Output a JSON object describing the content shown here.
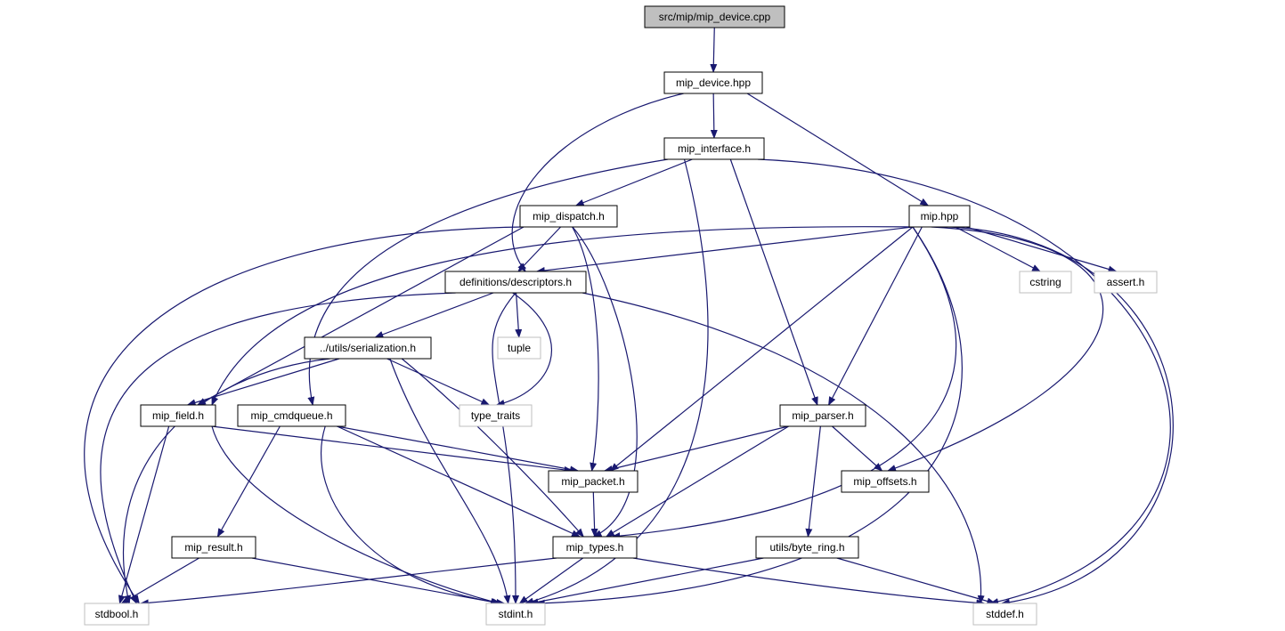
{
  "colors": {
    "edge": "#191970",
    "root_fill": "#bfbfbf",
    "node_border": "#000000",
    "system_border": "#bfbfbf",
    "text": "#000000"
  },
  "nodes": [
    {
      "id": "mip_device_cpp",
      "label": "src/mip/mip_device.cpp",
      "kind": "root"
    },
    {
      "id": "mip_device_hpp",
      "label": "mip_device.hpp",
      "kind": "local"
    },
    {
      "id": "mip_interface_h",
      "label": "mip_interface.h",
      "kind": "local"
    },
    {
      "id": "mip_dispatch_h",
      "label": "mip_dispatch.h",
      "kind": "local"
    },
    {
      "id": "mip_hpp",
      "label": "mip.hpp",
      "kind": "local"
    },
    {
      "id": "descriptors_h",
      "label": "definitions/descriptors.h",
      "kind": "local"
    },
    {
      "id": "cstring",
      "label": "cstring",
      "kind": "system"
    },
    {
      "id": "assert_h",
      "label": "assert.h",
      "kind": "system"
    },
    {
      "id": "serialization_h",
      "label": "../utils/serialization.h",
      "kind": "local"
    },
    {
      "id": "tuple",
      "label": "tuple",
      "kind": "system"
    },
    {
      "id": "mip_field_h",
      "label": "mip_field.h",
      "kind": "local"
    },
    {
      "id": "mip_cmdqueue_h",
      "label": "mip_cmdqueue.h",
      "kind": "local"
    },
    {
      "id": "type_traits",
      "label": "type_traits",
      "kind": "system"
    },
    {
      "id": "mip_parser_h",
      "label": "mip_parser.h",
      "kind": "local"
    },
    {
      "id": "mip_packet_h",
      "label": "mip_packet.h",
      "kind": "local"
    },
    {
      "id": "mip_offsets_h",
      "label": "mip_offsets.h",
      "kind": "local"
    },
    {
      "id": "mip_result_h",
      "label": "mip_result.h",
      "kind": "local"
    },
    {
      "id": "mip_types_h",
      "label": "mip_types.h",
      "kind": "local"
    },
    {
      "id": "byte_ring_h",
      "label": "utils/byte_ring.h",
      "kind": "local"
    },
    {
      "id": "stdbool_h",
      "label": "stdbool.h",
      "kind": "system"
    },
    {
      "id": "stdint_h",
      "label": "stdint.h",
      "kind": "system"
    },
    {
      "id": "stddef_h",
      "label": "stddef.h",
      "kind": "system"
    }
  ],
  "edges": [
    [
      "mip_device_cpp",
      "mip_device_hpp"
    ],
    [
      "mip_device_hpp",
      "mip_interface_h"
    ],
    [
      "mip_device_hpp",
      "mip_hpp"
    ],
    [
      "mip_device_hpp",
      "descriptors_h"
    ],
    [
      "mip_interface_h",
      "mip_dispatch_h"
    ],
    [
      "mip_interface_h",
      "mip_cmdqueue_h"
    ],
    [
      "mip_interface_h",
      "stdint_h"
    ],
    [
      "mip_interface_h",
      "mip_parser_h"
    ],
    [
      "mip_interface_h",
      "stddef_h"
    ],
    [
      "mip_dispatch_h",
      "descriptors_h"
    ],
    [
      "mip_dispatch_h",
      "mip_field_h"
    ],
    [
      "mip_dispatch_h",
      "stdbool_h"
    ],
    [
      "mip_dispatch_h",
      "mip_packet_h"
    ],
    [
      "mip_dispatch_h",
      "mip_types_h"
    ],
    [
      "mip_hpp",
      "descriptors_h"
    ],
    [
      "mip_hpp",
      "cstring"
    ],
    [
      "mip_hpp",
      "assert_h"
    ],
    [
      "mip_hpp",
      "mip_field_h"
    ],
    [
      "mip_hpp",
      "mip_packet_h"
    ],
    [
      "mip_hpp",
      "mip_parser_h"
    ],
    [
      "mip_hpp",
      "mip_offsets_h"
    ],
    [
      "mip_hpp",
      "mip_types_h"
    ],
    [
      "mip_hpp",
      "stdint_h"
    ],
    [
      "mip_hpp",
      "stddef_h"
    ],
    [
      "descriptors_h",
      "serialization_h"
    ],
    [
      "descriptors_h",
      "tuple"
    ],
    [
      "descriptors_h",
      "type_traits"
    ],
    [
      "descriptors_h",
      "stdint_h"
    ],
    [
      "descriptors_h",
      "stdbool_h"
    ],
    [
      "descriptors_h",
      "stddef_h"
    ],
    [
      "serialization_h",
      "mip_field_h"
    ],
    [
      "serialization_h",
      "type_traits"
    ],
    [
      "serialization_h",
      "stdbool_h"
    ],
    [
      "serialization_h",
      "stdint_h"
    ],
    [
      "serialization_h",
      "mip_types_h"
    ],
    [
      "mip_field_h",
      "mip_packet_h"
    ],
    [
      "mip_field_h",
      "stdbool_h"
    ],
    [
      "mip_field_h",
      "stdint_h"
    ],
    [
      "mip_cmdqueue_h",
      "mip_packet_h"
    ],
    [
      "mip_cmdqueue_h",
      "mip_types_h"
    ],
    [
      "mip_cmdqueue_h",
      "mip_result_h"
    ],
    [
      "mip_cmdqueue_h",
      "stdint_h"
    ],
    [
      "mip_parser_h",
      "mip_packet_h"
    ],
    [
      "mip_parser_h",
      "mip_offsets_h"
    ],
    [
      "mip_parser_h",
      "mip_types_h"
    ],
    [
      "mip_parser_h",
      "byte_ring_h"
    ],
    [
      "mip_packet_h",
      "mip_types_h"
    ],
    [
      "mip_result_h",
      "stdbool_h"
    ],
    [
      "mip_result_h",
      "stdint_h"
    ],
    [
      "mip_types_h",
      "stdbool_h"
    ],
    [
      "mip_types_h",
      "stdint_h"
    ],
    [
      "mip_types_h",
      "stddef_h"
    ],
    [
      "byte_ring_h",
      "stdint_h"
    ],
    [
      "byte_ring_h",
      "stddef_h"
    ]
  ]
}
